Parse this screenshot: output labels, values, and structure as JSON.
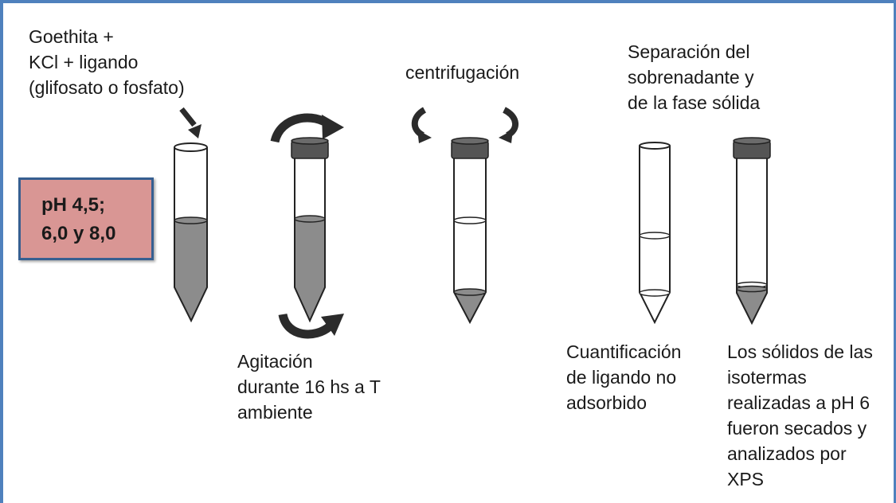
{
  "labels": {
    "inputs": "Goethita +\nKCl + ligando\n(glifosato o fosfato)",
    "ph": "pH 4,5;\n6,0 y 8,0",
    "agitation": "Agitación\ndurante 16 hs a T\nambiente",
    "centrifugation": "centrifugación",
    "separation": "Separación del\nsobrenadante  y\nde la fase sólida",
    "quantification": "Cuantificación\nde ligando no\nadsorbido",
    "solids": "Los sólidos de las\nisotermas\nrealizadas a pH 6\nfueron secados y\nanalizados por\nXPS"
  },
  "colors": {
    "frame": "#4f81bd",
    "ph_box_fill": "#d99694",
    "ph_box_border": "#365f91",
    "liquid": "#8c8c8c",
    "cap": "#555555",
    "arrow": "#2b2b2b"
  },
  "icons": [
    "down-arrow-icon",
    "rotation-arrow-icon",
    "centrifuge-arrow-icon"
  ]
}
